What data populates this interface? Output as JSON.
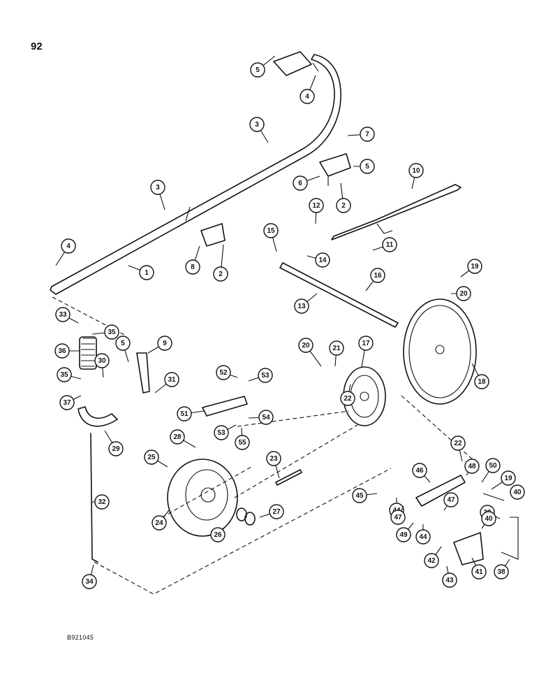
{
  "page_number": "92",
  "figure_code": "B921045",
  "callouts": [
    {
      "label": "1"
    },
    {
      "label": "2"
    },
    {
      "label": "2"
    },
    {
      "label": "3"
    },
    {
      "label": "3"
    },
    {
      "label": "4"
    },
    {
      "label": "4"
    },
    {
      "label": "5"
    },
    {
      "label": "5"
    },
    {
      "label": "5"
    },
    {
      "label": "6"
    },
    {
      "label": "7"
    },
    {
      "label": "8"
    },
    {
      "label": "9"
    },
    {
      "label": "10"
    },
    {
      "label": "11"
    },
    {
      "label": "12"
    },
    {
      "label": "13"
    },
    {
      "label": "14"
    },
    {
      "label": "15"
    },
    {
      "label": "16"
    },
    {
      "label": "17"
    },
    {
      "label": "18"
    },
    {
      "label": "19"
    },
    {
      "label": "19"
    },
    {
      "label": "20"
    },
    {
      "label": "20"
    },
    {
      "label": "21"
    },
    {
      "label": "22"
    },
    {
      "label": "22"
    },
    {
      "label": "23"
    },
    {
      "label": "24"
    },
    {
      "label": "25"
    },
    {
      "label": "26"
    },
    {
      "label": "27"
    },
    {
      "label": "28"
    },
    {
      "label": "29"
    },
    {
      "label": "30"
    },
    {
      "label": "31"
    },
    {
      "label": "32"
    },
    {
      "label": "33"
    },
    {
      "label": "34"
    },
    {
      "label": "35"
    },
    {
      "label": "35"
    },
    {
      "label": "36"
    },
    {
      "label": "37"
    },
    {
      "label": "38"
    },
    {
      "label": "39"
    },
    {
      "label": "40"
    },
    {
      "label": "40"
    },
    {
      "label": "41"
    },
    {
      "label": "42"
    },
    {
      "label": "43"
    },
    {
      "label": "44"
    },
    {
      "label": "44"
    },
    {
      "label": "45"
    },
    {
      "label": "46"
    },
    {
      "label": "47"
    },
    {
      "label": "47"
    },
    {
      "label": "48"
    },
    {
      "label": "49"
    },
    {
      "label": "50"
    },
    {
      "label": "51"
    },
    {
      "label": "52"
    },
    {
      "label": "53"
    },
    {
      "label": "53"
    },
    {
      "label": "54"
    },
    {
      "label": "55"
    }
  ]
}
